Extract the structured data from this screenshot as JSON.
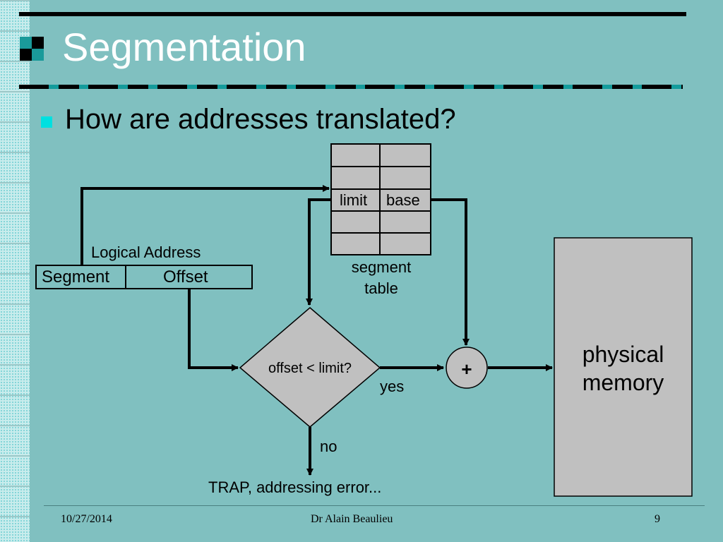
{
  "slide": {
    "title": "Segmentation",
    "bullet": "How are addresses translated?"
  },
  "diagram": {
    "segment_table": {
      "limit_label": "limit",
      "base_label": "base",
      "caption_line1": "segment",
      "caption_line2": "table"
    },
    "logical_address": {
      "caption": "Logical Address",
      "segment_label": "Segment",
      "offset_label": "Offset"
    },
    "decision": {
      "text": "offset < limit?",
      "yes_label": "yes",
      "no_label": "no"
    },
    "adder_symbol": "+",
    "error_text": "TRAP, addressing error...",
    "memory": {
      "line1": "physical",
      "line2": "memory"
    }
  },
  "footer": {
    "date": "10/27/2014",
    "author": "Dr Alain Beaulieu",
    "page": "9"
  },
  "colors": {
    "background": "#80C0C0",
    "bullet": "#00E0E0",
    "shape_fill": "#C0C0C0"
  }
}
